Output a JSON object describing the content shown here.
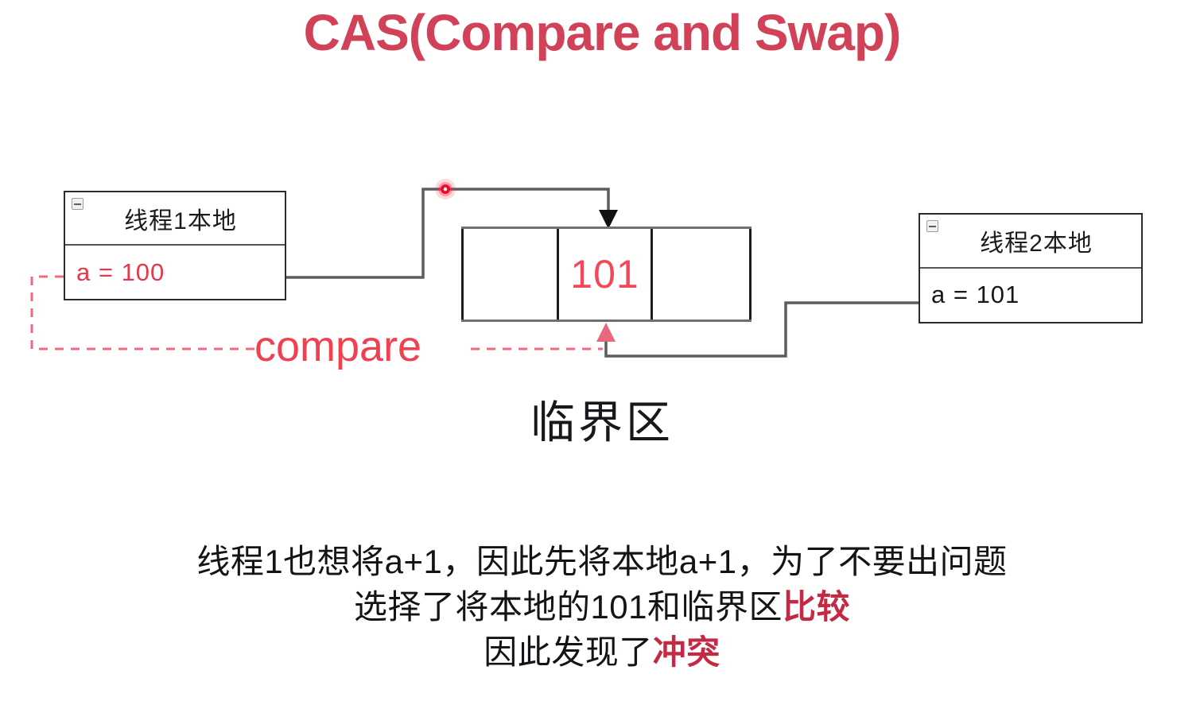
{
  "title": "CAS(Compare and Swap)",
  "title_color": "#d14258",
  "diagram": {
    "thread1_box": {
      "header": "线程1本地",
      "attribute": "a = 100",
      "attribute_color": "#e8374a",
      "collapse_icon": "collapse-minus-icon"
    },
    "thread2_box": {
      "header": "线程2本地",
      "attribute": "a = 101",
      "attribute_color": "#18181a",
      "collapse_icon": "collapse-minus-icon"
    },
    "critical_section": {
      "caption": "临界区",
      "cells": [
        "",
        "101",
        ""
      ],
      "value": "101",
      "value_color": "#f4485a"
    },
    "compare_label": "compare",
    "compare_label_color": "#f1404f",
    "marker": {
      "name": "red-dot-marker",
      "color": "#f01030"
    },
    "arrows": {
      "write_arrow": "arrow-down-into-critical-section",
      "compare_arrow": "arrow-up-from-thread2-to-critical-section"
    }
  },
  "explanation": {
    "line1": "线程1也想将a+1，因此先将本地a+1，为了不要出问题",
    "line2_plain": "选择了将本地的101和临界区",
    "line2_highlight": "比较",
    "line3_plain": "因此发现了",
    "line3_highlight": "冲突",
    "highlight_color": "#c42a44"
  }
}
